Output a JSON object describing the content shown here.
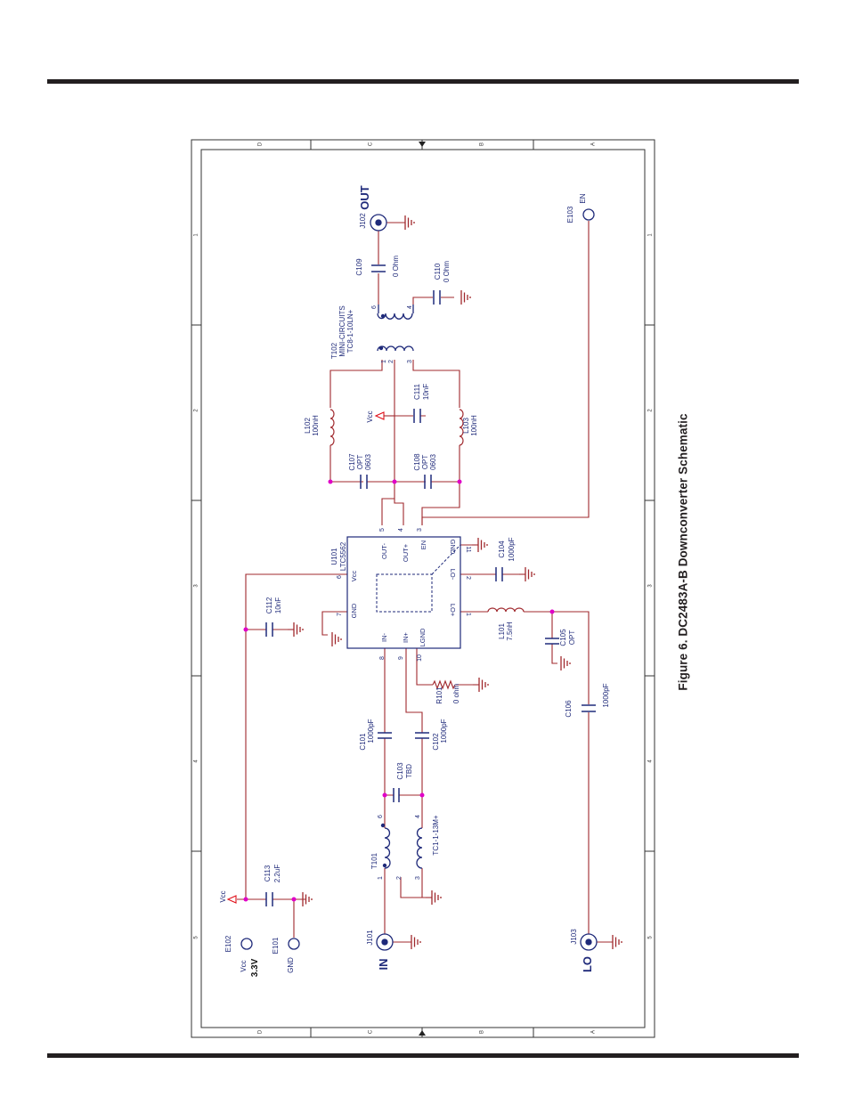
{
  "caption": "Figure 6. DC2483A-B Downconverter Schematic",
  "colors": {
    "rule": "#231f20",
    "frame": "#333333",
    "wire": "#a0282d",
    "label": "#1f2a7a",
    "junction": "#e000c8",
    "vcc_arrow": "#e0101a",
    "ground": "#a0282d"
  },
  "frame": {
    "top_zones": [
      "D",
      "C",
      "B",
      "A"
    ],
    "side_zones": [
      "1",
      "2",
      "3",
      "4",
      "5"
    ]
  },
  "ic": {
    "ref": "U101",
    "part": "LTC5562",
    "pins": {
      "vcc": "Vcc",
      "gnd": "GND",
      "in_minus": "IN-",
      "in_plus": "IN+",
      "lgnd": "LGND",
      "out_minus": "OUT-",
      "out_plus": "OUT+",
      "en": "EN",
      "gnd_right": "GND",
      "lo_minus": "LO-",
      "lo_plus": "LO+"
    },
    "pin_numbers": {
      "vcc": "6",
      "gnd": "7",
      "in_minus": "8",
      "in_plus": "9",
      "lgnd": "10",
      "out_minus": "5",
      "out_plus": "4",
      "en": "3",
      "gnd_right": "11",
      "lo_minus": "2",
      "lo_plus": "1"
    }
  },
  "transformers": {
    "t102": {
      "ref": "T102",
      "maker": "MINI-CIRCUITS",
      "part": "TC8-1-10LN+",
      "pins": [
        "1",
        "2",
        "3",
        "6",
        "4"
      ]
    },
    "t101": {
      "ref": "T101",
      "part": "TC1-1-13M+",
      "pins": [
        "1",
        "2",
        "3",
        "6",
        "4"
      ]
    }
  },
  "components": {
    "c109": {
      "ref": "C109",
      "value": "0 Ohm"
    },
    "c110": {
      "ref": "C110",
      "value": "0 Ohm"
    },
    "c111": {
      "ref": "C111",
      "value": "10nF"
    },
    "l102": {
      "ref": "L102",
      "value": "100nH"
    },
    "l103": {
      "ref": "L103",
      "value": "100nH"
    },
    "c107": {
      "ref": "C107",
      "value": "OPT",
      "size": "0603"
    },
    "c108": {
      "ref": "C108",
      "value": "OPT",
      "size": "0603"
    },
    "c104": {
      "ref": "C104",
      "value": "1000pF"
    },
    "c112": {
      "ref": "C112",
      "value": "10nF"
    },
    "l101": {
      "ref": "L101",
      "value": "7.5nH"
    },
    "c105": {
      "ref": "C105",
      "value": "OPT"
    },
    "r101": {
      "ref": "R101",
      "value": "0 ohm"
    },
    "c101": {
      "ref": "C101",
      "value": "1000pF"
    },
    "c102": {
      "ref": "C102",
      "value": "1000pF"
    },
    "c103": {
      "ref": "C103",
      "value": "TBD"
    },
    "c106": {
      "ref": "C106",
      "value": "1000pF"
    },
    "c113": {
      "ref": "C113",
      "value": "2.2uF"
    }
  },
  "connectors": {
    "j102": {
      "ref": "J102",
      "name": "OUT"
    },
    "j101": {
      "ref": "J101",
      "name": "IN"
    },
    "j103": {
      "ref": "J103",
      "name": "LO"
    },
    "e103": {
      "ref": "E103",
      "name": "EN"
    },
    "e102": {
      "ref": "E102",
      "name": "Vcc",
      "note": "3.3V"
    },
    "e101": {
      "ref": "E101",
      "name": "GND"
    }
  },
  "vcc_label": "Vcc"
}
